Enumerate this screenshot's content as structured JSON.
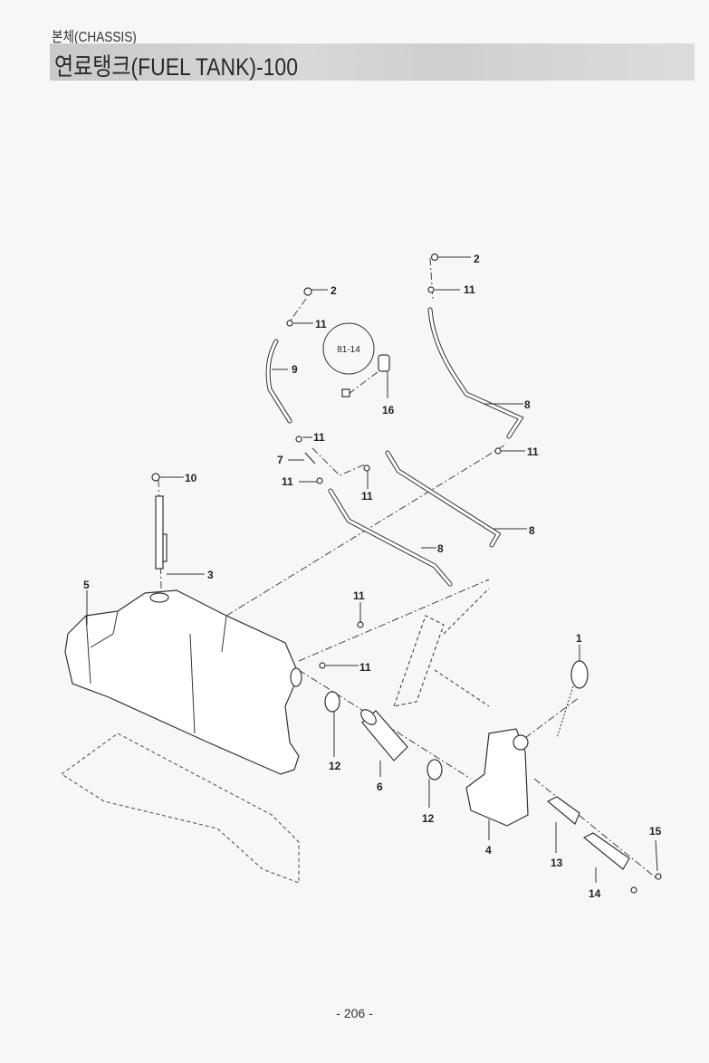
{
  "header": {
    "section": "본체(CHASSIS)",
    "title": "연료탱크(FUEL TANK)-100"
  },
  "diagram": {
    "reference": "81-14",
    "callouts": [
      "2",
      "11",
      "2",
      "11",
      "9",
      "16",
      "8",
      "11",
      "7",
      "11",
      "11",
      "11",
      "10",
      "8",
      "8",
      "3",
      "5",
      "11",
      "1",
      "11",
      "12",
      "6",
      "12",
      "4",
      "15",
      "13",
      "14"
    ]
  },
  "footer": {
    "page": "- 206 -"
  }
}
